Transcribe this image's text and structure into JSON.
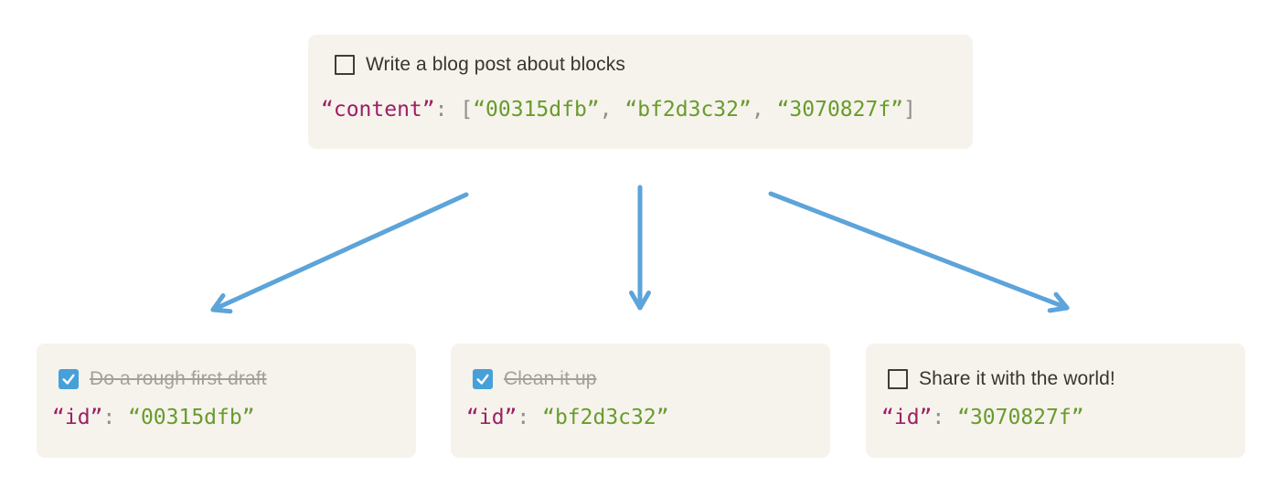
{
  "colors": {
    "page_bg": "#ffffff",
    "card_bg": "#f6f3ec",
    "todo_text": "#37352f",
    "todo_done_text": "#a3a09b",
    "checkbox_border": "#3f3d38",
    "checkbox_checked_bg": "#47a0d8",
    "checkbox_check": "#ffffff",
    "code_key": "#9c2065",
    "code_punct": "#8e8e8e",
    "code_string": "#689b2c",
    "arrow": "#5ca4da"
  },
  "parent_block": {
    "todo_label": "Write a blog post about blocks",
    "checked": false,
    "code": {
      "key": "“content”",
      "colon": ": ",
      "bracket_open": "[",
      "id_0": "“00315dfb”",
      "comma_0": ", ",
      "id_1": "“bf2d3c32”",
      "comma_1": ", ",
      "id_2": "“3070827f”",
      "bracket_close": "]"
    }
  },
  "child_blocks": [
    {
      "todo_label": "Do a rough first draft",
      "checked": true,
      "code": {
        "key": "“id”",
        "colon": ": ",
        "value": "“00315dfb”"
      }
    },
    {
      "todo_label": "Clean it up",
      "checked": true,
      "code": {
        "key": "“id”",
        "colon": ": ",
        "value": "“bf2d3c32”"
      }
    },
    {
      "todo_label": "Share it with the world!",
      "checked": false,
      "code": {
        "key": "“id”",
        "colon": ": ",
        "value": "“3070827f”"
      }
    }
  ]
}
